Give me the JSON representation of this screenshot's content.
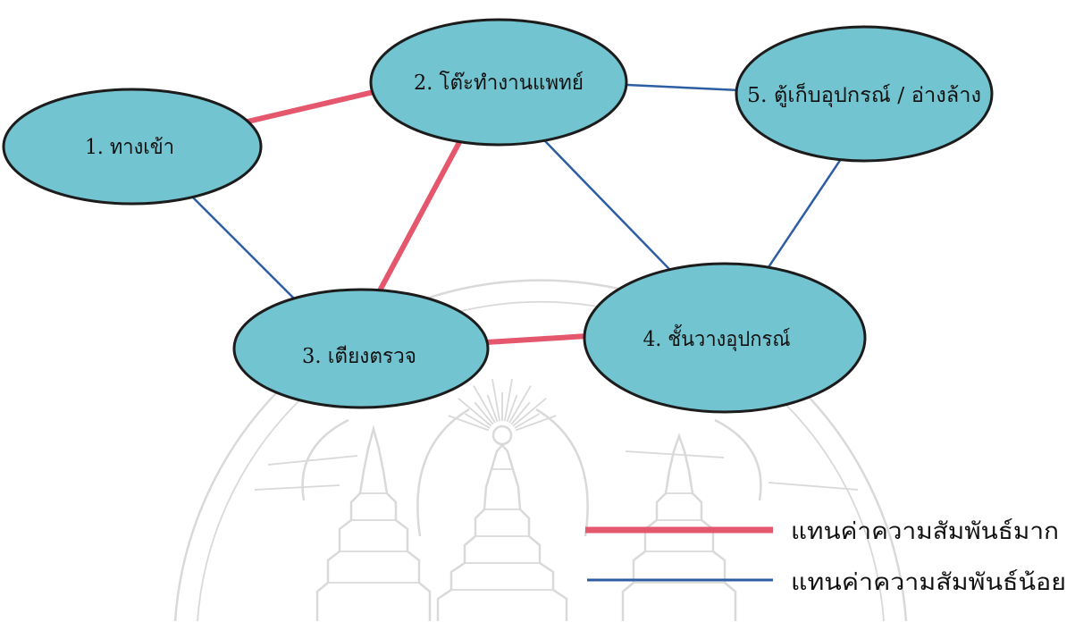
{
  "diagram": {
    "nodes": [
      {
        "id": 1,
        "label": "1. ทางเข้า"
      },
      {
        "id": 2,
        "label": "2. โต๊ะทำงานแพทย์"
      },
      {
        "id": 3,
        "label": "3. เตียงตรวจ"
      },
      {
        "id": 4,
        "label": "4. ชั้นวางอุปกรณ์"
      },
      {
        "id": 5,
        "label": "5. ตู้เก็บอุปกรณ์ / อ่างล้าง"
      }
    ],
    "edges": [
      {
        "from": 1,
        "to": 2,
        "legend": 0
      },
      {
        "from": 2,
        "to": 5,
        "legend": 1
      },
      {
        "from": 1,
        "to": 3,
        "legend": 1
      },
      {
        "from": 2,
        "to": 3,
        "legend": 0
      },
      {
        "from": 2,
        "to": 4,
        "legend": 1
      },
      {
        "from": 5,
        "to": 4,
        "legend": 1
      },
      {
        "from": 3,
        "to": 4,
        "legend": 0
      }
    ]
  },
  "legend": [
    {
      "label": "แทนค่าความสัมพันธ์มาก",
      "color": "#e5576d"
    },
    {
      "label": "แทนค่าความสัมพันธ์น้อย",
      "color": "#2d5ea4"
    }
  ],
  "colors": {
    "node_fill": "#72c4d0",
    "node_outline": "#1c1c1c",
    "watermark": "#d9d9d9"
  },
  "watermark_icon": "seal-watermark"
}
